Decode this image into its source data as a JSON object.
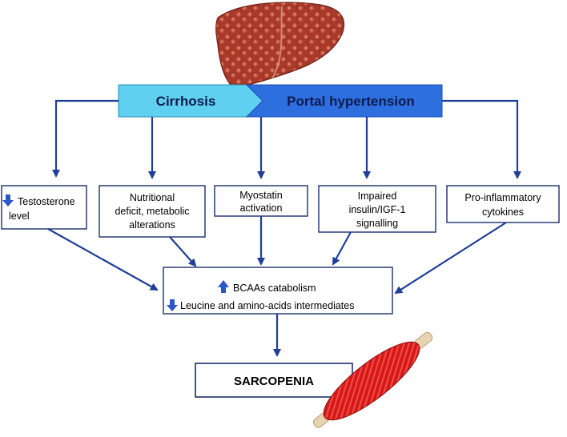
{
  "banner": {
    "left_label": "Cirrhosis",
    "right_label": "Portal hypertension"
  },
  "factors": [
    {
      "lines": [
        "Testosterone",
        "level"
      ],
      "indicator": "down-arrow-icon"
    },
    {
      "lines": [
        "Nutritional",
        "deficit, metabolic",
        "alterations"
      ]
    },
    {
      "lines": [
        "Myostatin",
        "activation"
      ]
    },
    {
      "lines": [
        "Impaired",
        "insulin/IGF-1",
        "signalling"
      ]
    },
    {
      "lines": [
        "Pro-inflammatory",
        "cytokines"
      ]
    }
  ],
  "mechanism": {
    "line1": "BCAAs catabolism",
    "line1_indicator": "up-arrow-icon",
    "line2": "Leucine and amino-acids intermediates",
    "line2_indicator": "down-arrow-icon"
  },
  "outcome": {
    "label": "SARCOPENIA"
  },
  "illustrations": [
    "liver-illustration",
    "muscle-illustration"
  ],
  "colors": {
    "arrow": "#1f3f99",
    "banner_left": "#5fd0f0",
    "banner_right": "#2e6fe0",
    "liver": "#a8392b",
    "muscle": "#e02020"
  }
}
